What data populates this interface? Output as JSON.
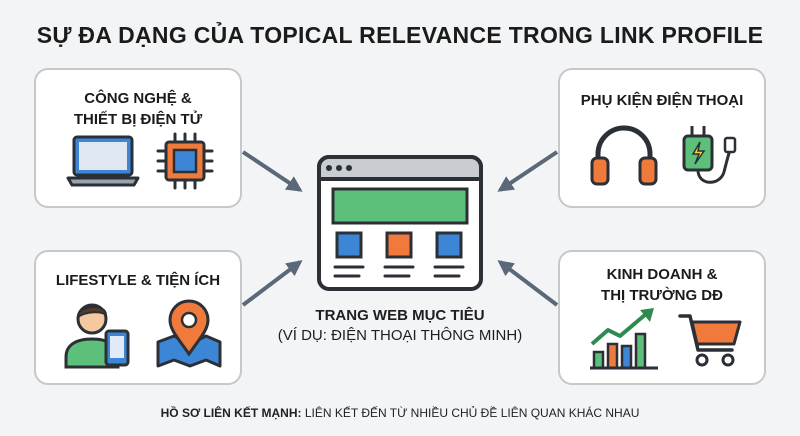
{
  "title": "SỰ ĐA DẠNG CỦA TOPICAL RELEVANCE TRONG LINK PROFILE",
  "cards": {
    "top_left": {
      "title": "CÔNG NGHỆ &\nTHIẾT BỊ ĐIỆN TỬ",
      "icons": [
        "laptop-icon",
        "microchip-icon"
      ]
    },
    "top_right": {
      "title": "PHỤ KIỆN ĐIỆN THOẠI",
      "icons": [
        "headphones-icon",
        "charger-icon"
      ]
    },
    "bottom_left": {
      "title": "LIFESTYLE & TIỆN ÍCH",
      "icons": [
        "person-phone-icon",
        "map-pin-icon"
      ]
    },
    "bottom_right": {
      "title": "KINH DOANH &\nTHỊ TRƯỜNG DĐ",
      "icons": [
        "growth-chart-icon",
        "shopping-cart-icon"
      ]
    }
  },
  "center": {
    "icon": "browser-window-icon",
    "label": "TRANG WEB MỤC TIÊU",
    "sublabel": "(VÍ DỤ: ĐIỆN THOẠI THÔNG MINH)"
  },
  "footer": {
    "strong": "HỒ SƠ LIÊN KẾT MẠNH:",
    "text": " LIÊN KẾT ĐẾN TỪ NHIỀU CHỦ ĐỀ LIÊN QUAN KHÁC NHAU"
  },
  "colors": {
    "green": "#5cc07a",
    "blue": "#3d86d6",
    "orange": "#f07a3c",
    "outline": "#2b2f36",
    "arrow": "#5b6878",
    "card_border": "#c6c8cc"
  }
}
